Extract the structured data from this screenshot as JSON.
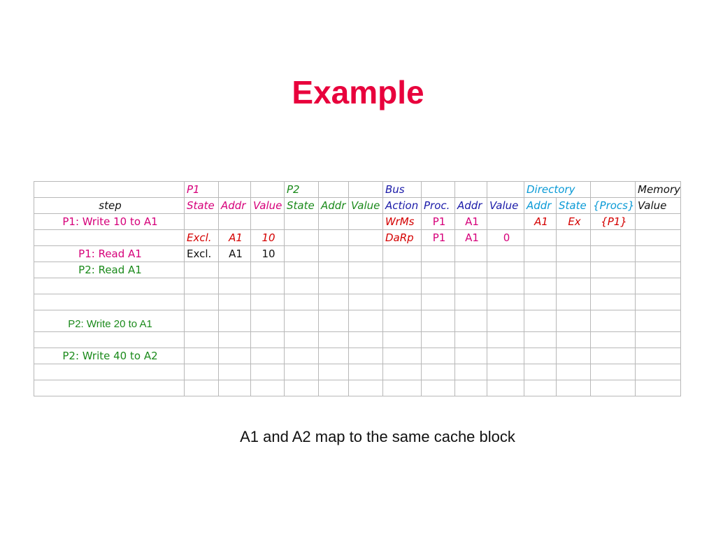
{
  "title": "Example",
  "footer": "A1 and A2 map to the same cache block",
  "colors": {
    "title": "#e8003c",
    "p1": "#d6007a",
    "p2": "#1b8a1b",
    "bus": "#1a1aa8",
    "directory": "#0a9ad6",
    "write_entries": "#d40000"
  },
  "table": {
    "group_headers": {
      "p1": "P1",
      "p2": "P2",
      "bus": "Bus",
      "directory": "Directory",
      "memory": "Memory"
    },
    "column_headers": {
      "step": "step",
      "p1_state": "State",
      "p1_addr": "Addr",
      "p1_value": "Value",
      "p2_state": "State",
      "p2_addr": "Addr",
      "p2_value": "Value",
      "bus_action": "Action",
      "bus_proc": "Proc.",
      "bus_addr": "Addr",
      "bus_value": "Value",
      "dir_addr": "Addr",
      "dir_state": "State",
      "dir_procs": "{Procs}",
      "mem_value": "Value"
    },
    "rows": [
      {
        "step": "P1: Write 10 to A1",
        "bus_action": "WrMs",
        "bus_proc": "P1",
        "bus_addr": "A1",
        "dir_addr": "A1",
        "dir_state": "Ex",
        "dir_procs": "{P1}"
      },
      {
        "p1_state": "Excl.",
        "p1_addr": "A1",
        "p1_value": "10",
        "bus_action": "DaRp",
        "bus_proc": "P1",
        "bus_addr": "A1",
        "bus_value": "0"
      },
      {
        "step": "P1: Read A1",
        "p1_state": "Excl.",
        "p1_addr": "A1",
        "p1_value": "10"
      },
      {
        "step": "P2: Read A1"
      },
      {},
      {},
      {
        "step": "P2: Write 20 to A1"
      },
      {},
      {
        "step": "P2: Write 40 to A2"
      },
      {},
      {}
    ]
  }
}
